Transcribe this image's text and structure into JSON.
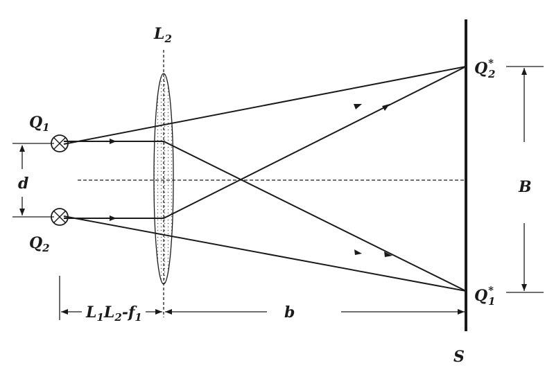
{
  "labels": {
    "lens": "L",
    "lens_sub": "2",
    "source1": "Q",
    "source1_sub": "1",
    "source2": "Q",
    "source2_sub": "2",
    "separation": "d",
    "image2": "Q",
    "image2_sup": "*",
    "image2_sub": "2",
    "image1": "Q",
    "image1_sup": "*",
    "image1_sub": "1",
    "image_separation": "B",
    "screen": "S",
    "distance_L": "L",
    "distance_sub1": "1",
    "distance_mid": "L",
    "distance_sub2": "2",
    "distance_dash": "-f",
    "distance_sub3": "1",
    "distance_b": "b"
  },
  "colors": {
    "ink": "#1a1a1a",
    "lens_fill": "#e6e6e6"
  }
}
